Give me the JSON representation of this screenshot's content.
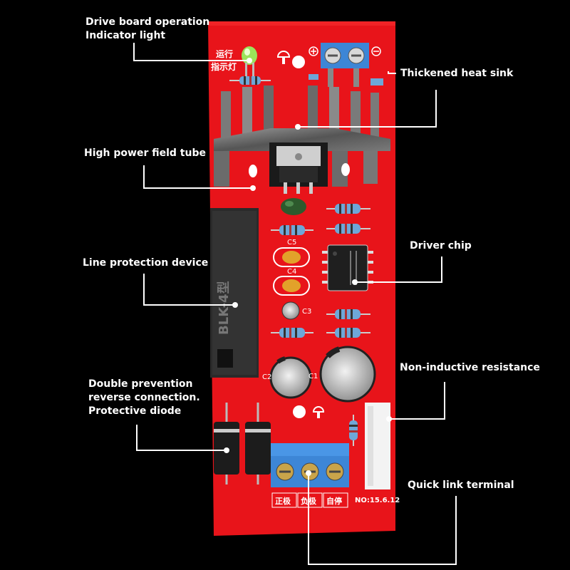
{
  "callouts": {
    "drive_board_indicator": {
      "line1": "Drive board operation",
      "line2": "Indicator light"
    },
    "thickened_heat_sink": "Thickened heat sink",
    "high_power_field_tube": "High power field tube",
    "driver_chip": "Driver chip",
    "line_protection_device": "Line protection device",
    "non_inductive_resistance": "Non-inductive resistance",
    "double_prevention_diode": {
      "line1": "Double prevention",
      "line2": "reverse connection.",
      "line3": "Protective diode"
    },
    "quick_link_terminal": "Quick link terminal"
  },
  "board": {
    "indicator_silkscreen": [
      "运行",
      "指示灯"
    ],
    "component_labels": {
      "c5": "C5",
      "c4": "C4",
      "c3": "C3",
      "c2": "C2",
      "c1": "C1"
    },
    "protector_marking": "BLK-4型",
    "terminal_labels": [
      "正极",
      "负极",
      "自停"
    ],
    "version": "NO:15.6.12"
  },
  "colors": {
    "pcb": "#e8141a",
    "heat_sink": "#6e6e6e",
    "terminal": "#3d86d6",
    "callout_line": "#ffffff"
  }
}
